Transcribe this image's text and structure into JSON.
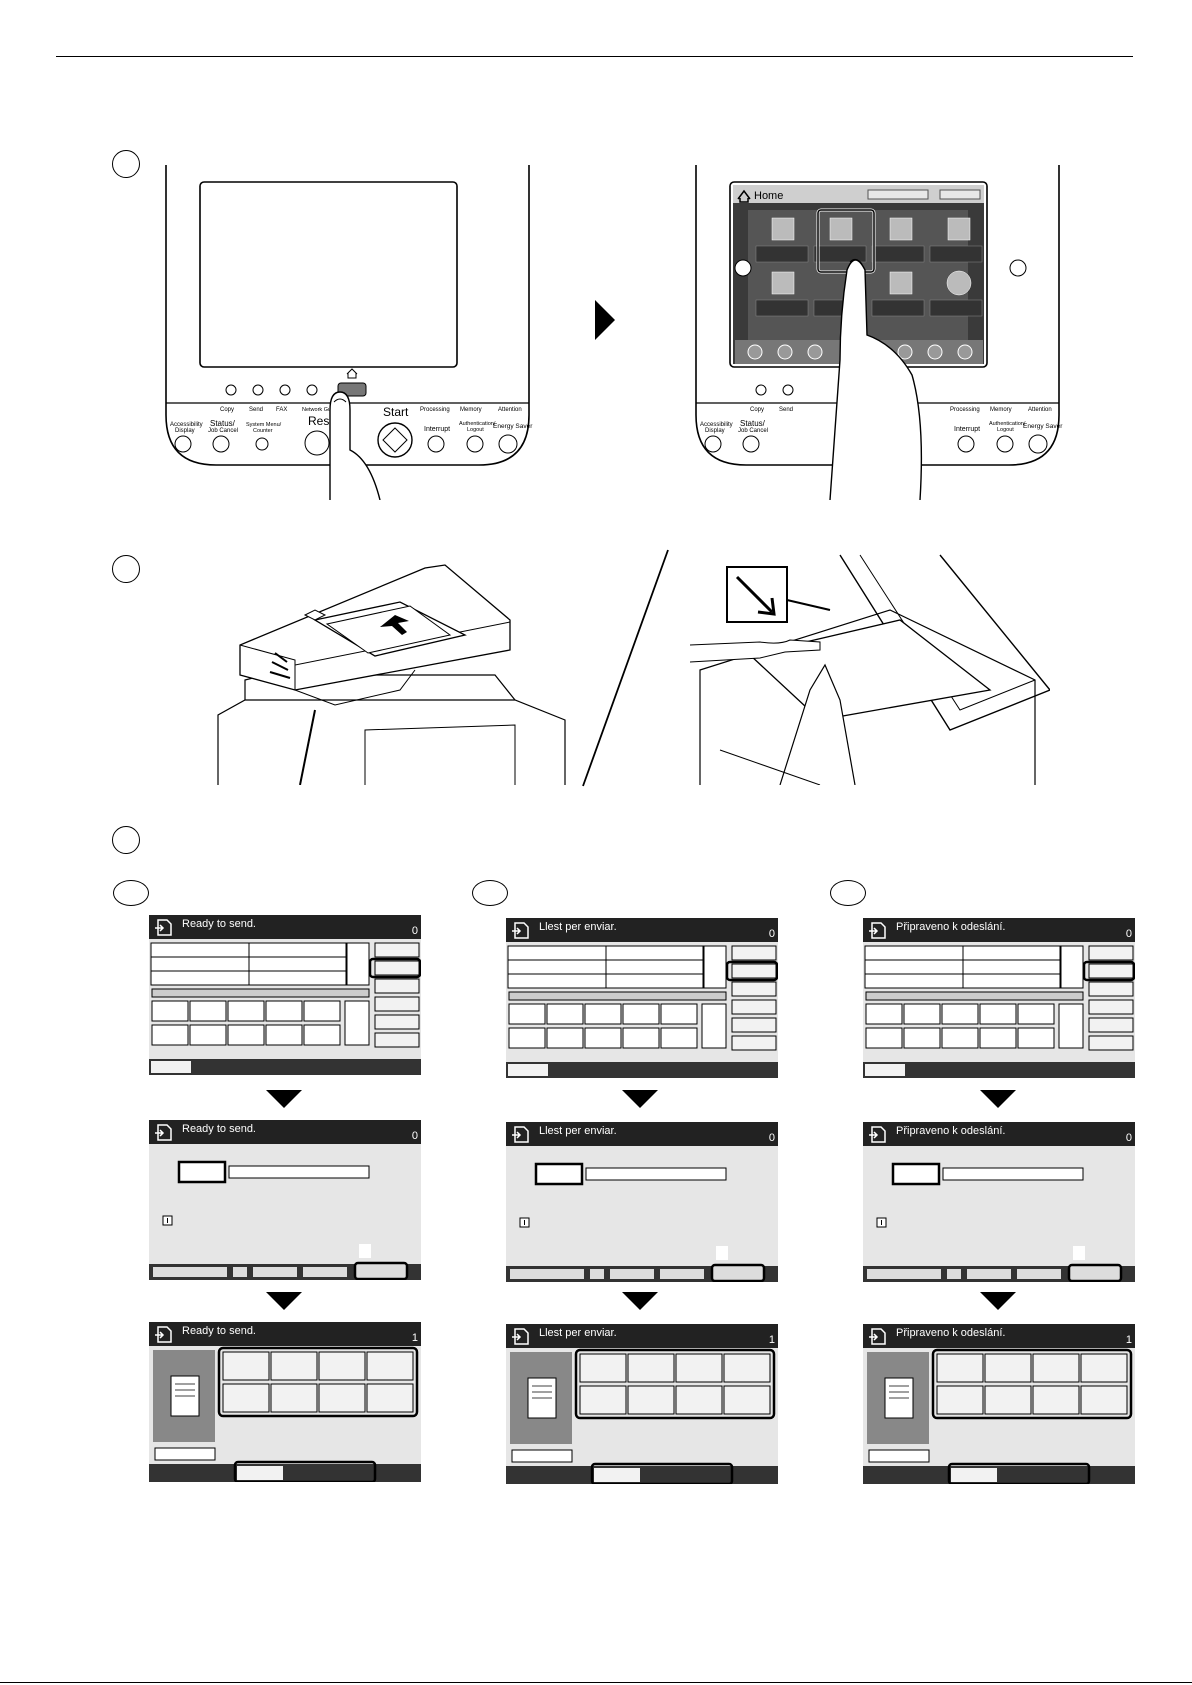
{
  "page": {
    "bg": "#ffffff"
  },
  "step1": {
    "home_title": "Home",
    "panel": {
      "keys": [
        {
          "top": "Accessibility",
          "bottom": "Display"
        },
        {
          "top": "Status/",
          "bottom": "Job Cancel"
        },
        {
          "top": "System Menu/",
          "bottom": "Counter"
        },
        {
          "top": "Reset",
          "bottom": ""
        },
        {
          "top": "Start",
          "bottom": ""
        },
        {
          "top": "Interrupt",
          "bottom": ""
        },
        {
          "top": "Authentication/",
          "bottom": "Logout"
        },
        {
          "top": "Energy Saver",
          "bottom": ""
        }
      ],
      "mode_labels": [
        "Copy",
        "Send",
        "FAX",
        "Network Guard"
      ],
      "status_labels": [
        "Processing",
        "Memory",
        "Attention"
      ]
    }
  },
  "columns": [
    {
      "ready_text": "Ready to send.",
      "counts": [
        "0",
        "0",
        "1"
      ]
    },
    {
      "ready_text": "Llest per enviar.",
      "counts": [
        "0",
        "0",
        "1"
      ]
    },
    {
      "ready_text": "Připraveno k odeslání.",
      "counts": [
        "0",
        "0",
        "1"
      ]
    }
  ]
}
